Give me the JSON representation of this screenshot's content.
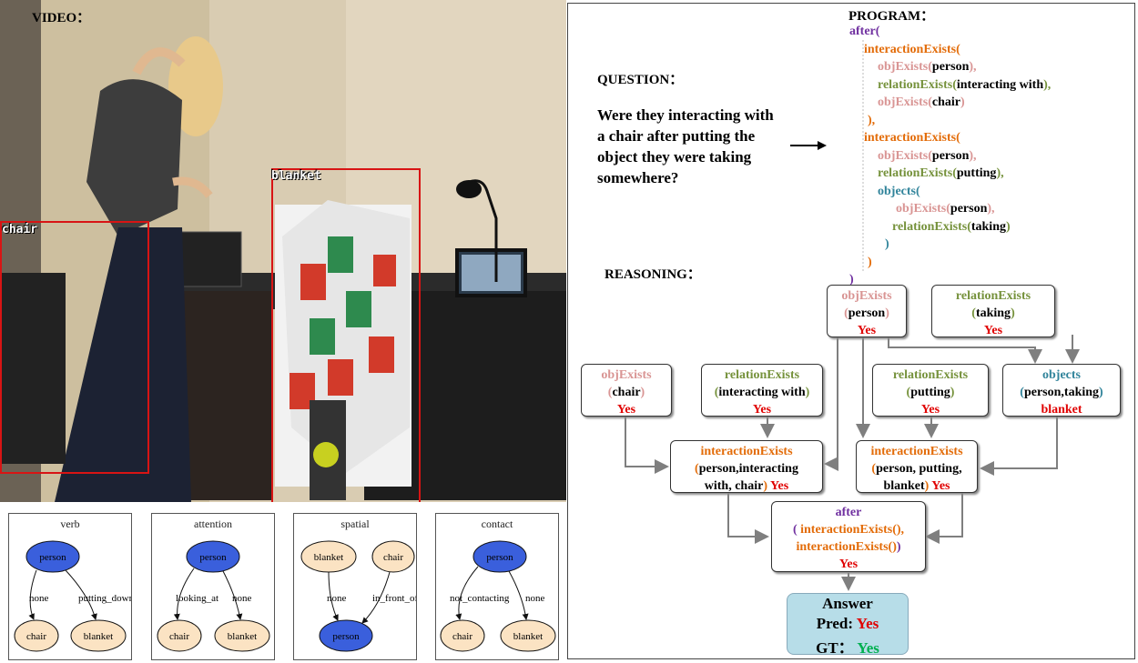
{
  "video": {
    "label": "VIDEO：",
    "boxes": [
      {
        "label": "chair"
      },
      {
        "label": "blanket"
      }
    ]
  },
  "scene_graphs": [
    {
      "title": "verb",
      "subject": "person",
      "objects": [
        "chair",
        "blanket"
      ],
      "relations": [
        "none",
        "putting_down"
      ]
    },
    {
      "title": "attention",
      "subject": "person",
      "objects": [
        "chair",
        "blanket"
      ],
      "relations": [
        "looking_at",
        "none"
      ]
    },
    {
      "title": "spatial",
      "subject": "person",
      "objects": [
        "blanket",
        "chair"
      ],
      "relations": [
        "none",
        "in_front_of"
      ]
    },
    {
      "title": "contact",
      "subject": "person",
      "objects": [
        "chair",
        "blanket"
      ],
      "relations": [
        "not_contacting",
        "none"
      ]
    }
  ],
  "question": {
    "label": "QUESTION：",
    "lines": [
      "Were they interacting with",
      "a chair after putting the",
      "object they were taking",
      "somewhere?"
    ]
  },
  "program": {
    "label": "PROGRAM：",
    "lines": [
      [
        {
          "t": "after(",
          "c": "after"
        }
      ],
      [
        {
          "t": "interactionExists(",
          "c": "inter"
        }
      ],
      [
        {
          "t": "objExists(",
          "c": "obj"
        },
        {
          "t": "person",
          "c": "blk"
        },
        {
          "t": "),",
          "c": "obj"
        }
      ],
      [
        {
          "t": "relationExists(",
          "c": "rel"
        },
        {
          "t": "interacting with",
          "c": "blk"
        },
        {
          "t": "),",
          "c": "rel"
        }
      ],
      [
        {
          "t": "objExists(",
          "c": "obj"
        },
        {
          "t": "chair",
          "c": "blk"
        },
        {
          "t": ")",
          "c": "obj"
        }
      ],
      [
        {
          "t": "),",
          "c": "inter"
        }
      ],
      [
        {
          "t": "interactionExists(",
          "c": "inter"
        }
      ],
      [
        {
          "t": "objExists(",
          "c": "obj"
        },
        {
          "t": "person",
          "c": "blk"
        },
        {
          "t": "),",
          "c": "obj"
        }
      ],
      [
        {
          "t": "relationExists(",
          "c": "rel"
        },
        {
          "t": "putting",
          "c": "blk"
        },
        {
          "t": "),",
          "c": "rel"
        }
      ],
      [
        {
          "t": "objects(",
          "c": "objs"
        }
      ],
      [
        {
          "t": "objExists(",
          "c": "obj"
        },
        {
          "t": "person",
          "c": "blk"
        },
        {
          "t": "),",
          "c": "obj"
        }
      ],
      [
        {
          "t": "relationExists(",
          "c": "rel"
        },
        {
          "t": "taking",
          "c": "blk"
        },
        {
          "t": ")",
          "c": "rel"
        }
      ],
      [
        {
          "t": ")",
          "c": "objs"
        }
      ],
      [
        {
          "t": ")",
          "c": "inter"
        }
      ],
      [
        {
          "t": ")",
          "c": "after"
        }
      ]
    ]
  },
  "reasoning": {
    "label": "REASONING：",
    "nodes": [
      {
        "id": "n1",
        "lines": [
          [
            {
              "t": "objExists",
              "c": "obj"
            }
          ],
          [
            {
              "t": "(",
              "c": "obj"
            },
            {
              "t": "person",
              "c": "blk"
            },
            {
              "t": ")",
              "c": "obj"
            }
          ],
          [
            {
              "t": "Yes",
              "c": "yes"
            }
          ]
        ]
      },
      {
        "id": "n2",
        "lines": [
          [
            {
              "t": "relationExists",
              "c": "rel"
            }
          ],
          [
            {
              "t": "(",
              "c": "rel"
            },
            {
              "t": "taking",
              "c": "blk"
            },
            {
              "t": ")",
              "c": "rel"
            }
          ],
          [
            {
              "t": "Yes",
              "c": "yes"
            }
          ]
        ]
      },
      {
        "id": "n3",
        "lines": [
          [
            {
              "t": "objExists",
              "c": "obj"
            }
          ],
          [
            {
              "t": "(",
              "c": "obj"
            },
            {
              "t": "chair",
              "c": "blk"
            },
            {
              "t": ")",
              "c": "obj"
            }
          ],
          [
            {
              "t": "Yes",
              "c": "yes"
            }
          ]
        ]
      },
      {
        "id": "n4",
        "lines": [
          [
            {
              "t": "relationExists",
              "c": "rel"
            }
          ],
          [
            {
              "t": "(",
              "c": "rel"
            },
            {
              "t": "interacting with",
              "c": "blk"
            },
            {
              "t": ")",
              "c": "rel"
            }
          ],
          [
            {
              "t": "Yes",
              "c": "yes"
            }
          ]
        ]
      },
      {
        "id": "n5",
        "lines": [
          [
            {
              "t": "relationExists",
              "c": "rel"
            }
          ],
          [
            {
              "t": "(",
              "c": "rel"
            },
            {
              "t": "putting",
              "c": "blk"
            },
            {
              "t": ")",
              "c": "rel"
            }
          ],
          [
            {
              "t": "Yes",
              "c": "yes"
            }
          ]
        ]
      },
      {
        "id": "n6",
        "lines": [
          [
            {
              "t": "objects",
              "c": "objs"
            }
          ],
          [
            {
              "t": "(",
              "c": "objs"
            },
            {
              "t": "person,taking",
              "c": "blk"
            },
            {
              "t": ")",
              "c": "objs"
            }
          ],
          [
            {
              "t": "blanket",
              "c": "yes"
            }
          ]
        ]
      },
      {
        "id": "n7",
        "lines": [
          [
            {
              "t": "interactionExists",
              "c": "inter"
            }
          ],
          [
            {
              "t": "(",
              "c": "inter"
            },
            {
              "t": "person,interacting",
              "c": "blk"
            }
          ],
          [
            {
              "t": "with, chair",
              "c": "blk"
            },
            {
              "t": ")  ",
              "c": "inter"
            },
            {
              "t": "Yes",
              "c": "yes"
            }
          ]
        ]
      },
      {
        "id": "n8",
        "lines": [
          [
            {
              "t": "interactionExists",
              "c": "inter"
            }
          ],
          [
            {
              "t": "(",
              "c": "inter"
            },
            {
              "t": "person, putting,",
              "c": "blk"
            }
          ],
          [
            {
              "t": "blanket",
              "c": "blk"
            },
            {
              "t": ") ",
              "c": "inter"
            },
            {
              "t": "Yes",
              "c": "yes"
            }
          ]
        ]
      },
      {
        "id": "n9",
        "lines": [
          [
            {
              "t": "after",
              "c": "after"
            }
          ],
          [
            {
              "t": "( ",
              "c": "after"
            },
            {
              "t": "interactionExists(),",
              "c": "inter"
            }
          ],
          [
            {
              "t": "interactionExists()",
              "c": "inter"
            },
            {
              "t": ")",
              "c": "after"
            }
          ],
          [
            {
              "t": "Yes",
              "c": "yes"
            }
          ]
        ]
      }
    ]
  },
  "answer": {
    "title": "Answer",
    "pred_label": "Pred:",
    "pred_value": "Yes",
    "gt_label": "GT：",
    "gt_value": "Yes",
    "pred_color": "#e00000",
    "gt_color": "#00b050"
  },
  "colors": {
    "after": "#7030a0",
    "inter": "#e36c09",
    "obj": "#d99594",
    "rel": "#76923c",
    "objs": "#31849b",
    "bbox": "#d81414",
    "person_node": "#3a5fdc",
    "object_node": "#fbe3c3"
  }
}
